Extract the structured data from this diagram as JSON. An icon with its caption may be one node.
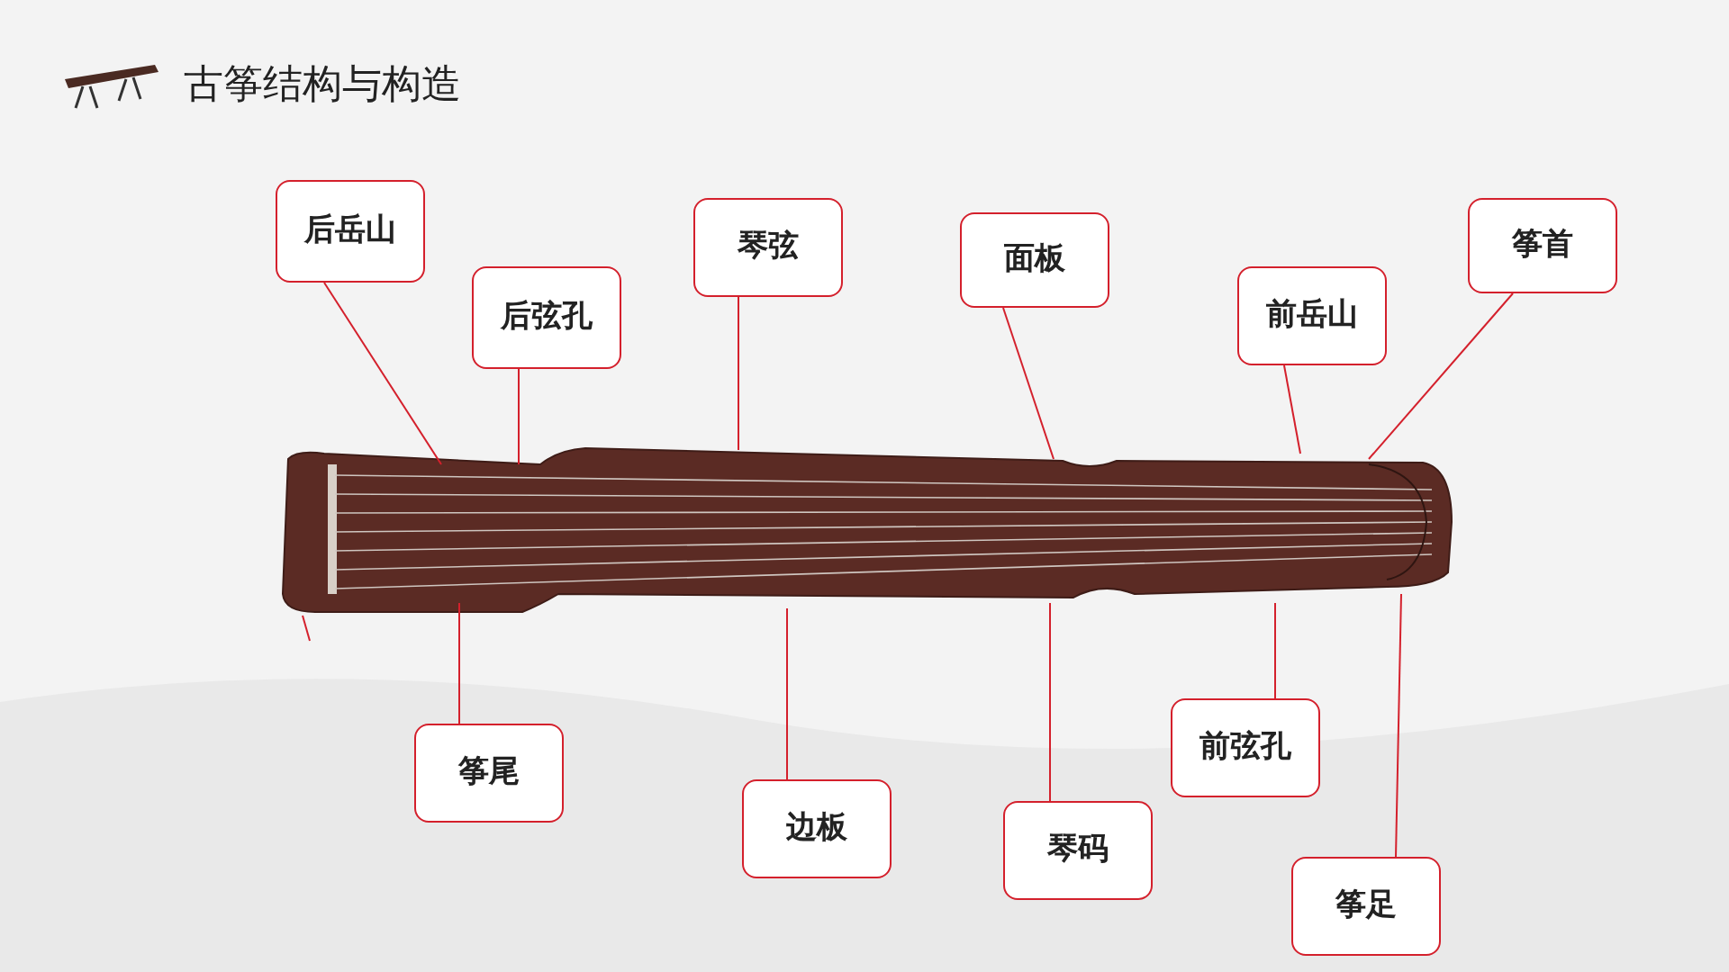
{
  "diagram": {
    "title": "古筝结构与构造",
    "nodes": [
      {
        "text": [
          "后岳山"
        ]
      },
      {
        "text": [
          "后弦孔"
        ]
      },
      {
        "text": [
          "琴弦"
        ]
      },
      {
        "text": [
          "面板"
        ]
      },
      {
        "text": [
          "前岳山"
        ]
      },
      {
        "text": [
          "筝首"
        ]
      },
      {
        "text": [
          "筝尾"
        ]
      },
      {
        "text": [
          "边板"
        ]
      },
      {
        "text": [
          "琴码"
        ]
      },
      {
        "text": [
          "前弦孔"
        ]
      },
      {
        "text": [
          "筝足"
        ]
      },
      {
        "text": [],
        "shape": "picture"
      }
    ],
    "edges": [
      {
        "from": 0,
        "to": 11,
        "arrow": "none"
      },
      {
        "from": 1,
        "to": 11,
        "arrow": "none"
      },
      {
        "from": 2,
        "to": 11,
        "arrow": "none"
      },
      {
        "from": 3,
        "to": 11,
        "arrow": "none"
      },
      {
        "from": 4,
        "to": 11,
        "arrow": "none"
      },
      {
        "from": 5,
        "to": 11,
        "arrow": "none"
      },
      {
        "from": 6,
        "to": 11,
        "arrow": "none"
      },
      {
        "from": 7,
        "to": 11,
        "arrow": "none"
      },
      {
        "from": 8,
        "to": 11,
        "arrow": "none"
      },
      {
        "from": 9,
        "to": 11,
        "arrow": "none"
      },
      {
        "from": 10,
        "to": 11,
        "arrow": "none"
      }
    ]
  }
}
